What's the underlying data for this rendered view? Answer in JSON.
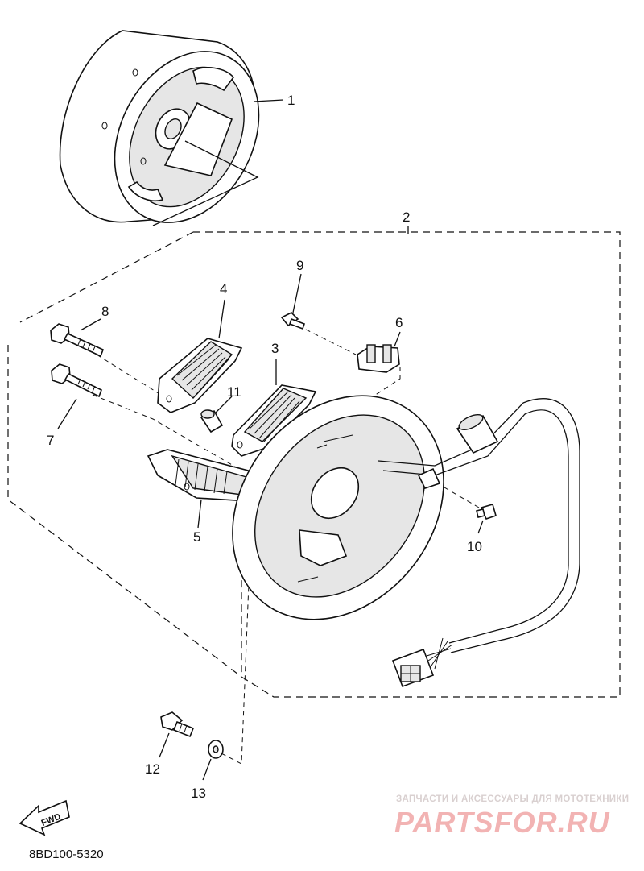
{
  "diagram": {
    "callouts": {
      "p1": "1",
      "p2": "2",
      "p3": "3",
      "p4": "4",
      "p5": "5",
      "p6": "6",
      "p7": "7",
      "p8": "8",
      "p9": "9",
      "p10": "10",
      "p11": "11",
      "p12": "12",
      "p13": "13"
    },
    "fwd_label": "FWD",
    "document_code": "8BD100-5320"
  },
  "watermark": {
    "caption": "ЗАПЧАСТИ И АКСЕССУАРЫ ДЛЯ МОТОТЕХНИКИ",
    "brand": "PARTSFOR.RU"
  }
}
